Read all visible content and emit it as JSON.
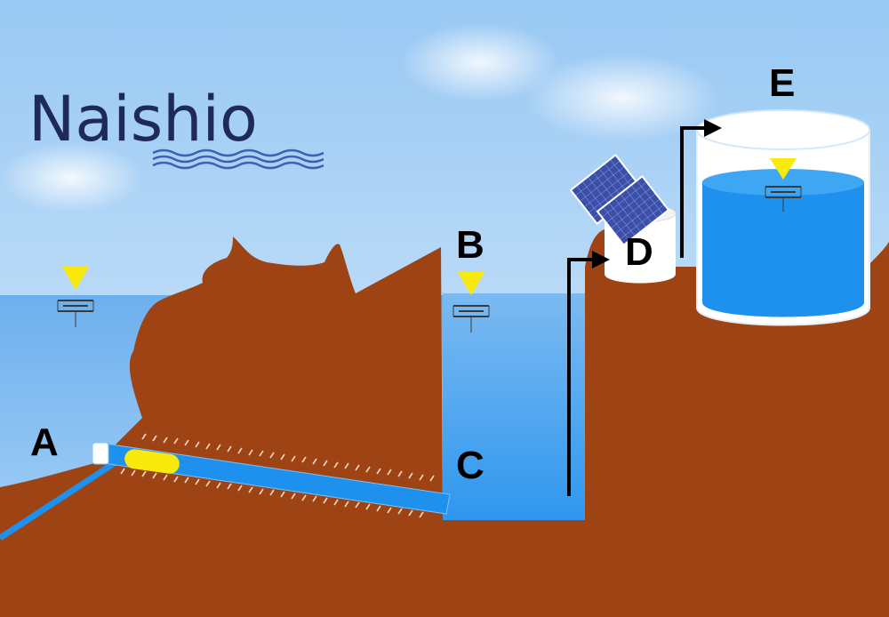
{
  "brand": {
    "name": "Naishio",
    "color": "#1f2a5a",
    "icon": "wave-lines"
  },
  "labels": {
    "a": "A",
    "b": "B",
    "c": "C",
    "d": "D",
    "e": "E"
  },
  "colors": {
    "sky_top": "#9ecdf6",
    "sky_bottom": "#d9ecfb",
    "sea_top": "#6fb2ee",
    "sea_bottom": "#a9d2f7",
    "ground": "#9e4314",
    "pipe": "#1e90ee",
    "tank_water": "#1e90ee",
    "level_marker": "#f8ea0c",
    "arrow": "#000000",
    "solar_panel": "#3a4fa8"
  },
  "icons": [
    "water-level-marker-icon",
    "solar-panel-icon",
    "flow-arrow-icon",
    "filter-pipe-icon",
    "pump-icon"
  ]
}
